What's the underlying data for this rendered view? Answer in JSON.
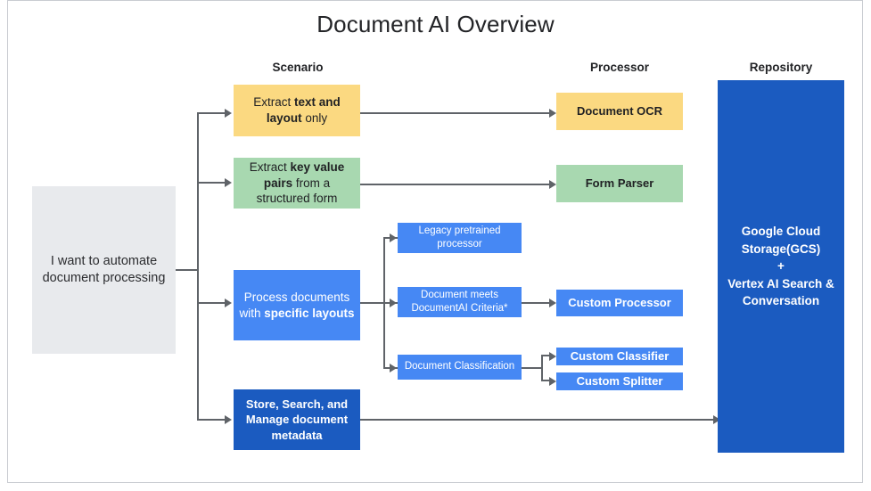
{
  "title": "Document AI Overview",
  "columns": [
    {
      "name": "scenario",
      "label": "Scenario"
    },
    {
      "name": "processor",
      "label": "Processor"
    },
    {
      "name": "repository",
      "label": "Repository"
    }
  ],
  "input": {
    "label": "I want to automate document processing",
    "color": "#E8EAED"
  },
  "scenarios": [
    {
      "id": "extract-text-layout",
      "text_pre": "Extract ",
      "text_bold": "text and layout",
      "text_post": " only",
      "color": "#FBD981"
    },
    {
      "id": "extract-key-value",
      "text_pre": "Extract ",
      "text_bold": "key value pairs",
      "text_post": " from a structured form",
      "color": "#A8D8B0"
    },
    {
      "id": "process-specific-layouts",
      "text_pre": "Process documents with ",
      "text_bold": "specific layouts",
      "text_post": "",
      "color": "#4688F4"
    },
    {
      "id": "store-search-manage",
      "text_pre": "",
      "text_bold": "Store, Search, and Manage",
      "text_mid": " document ",
      "text_bold2": "metadata",
      "color": "#1B5BC0"
    }
  ],
  "intermediates": [
    {
      "id": "legacy-pretrained-processor",
      "label": "Legacy pretrained processor",
      "color": "#4688F4"
    },
    {
      "id": "document-meets-criteria",
      "label": "Document meets DocumentAI Criteria*",
      "color": "#4688F4"
    },
    {
      "id": "document-classification",
      "label": "Document Classification",
      "color": "#4688F4"
    }
  ],
  "processors": [
    {
      "id": "document-ocr",
      "label": "Document OCR",
      "color": "#FBD981"
    },
    {
      "id": "form-parser",
      "label": "Form Parser",
      "color": "#A8D8B0"
    },
    {
      "id": "custom-processor",
      "label": "Custom Processor",
      "color": "#4688F4"
    },
    {
      "id": "custom-classifier",
      "label": "Custom Classifier",
      "color": "#4688F4"
    },
    {
      "id": "custom-splitter",
      "label": "Custom Splitter",
      "color": "#4688F4"
    }
  ],
  "repository": {
    "line1": "Google Cloud",
    "line2": "Storage(GCS)",
    "line3": "+",
    "line4": "Vertex AI Search &",
    "line5": "Conversation",
    "color": "#1B5BC0"
  }
}
